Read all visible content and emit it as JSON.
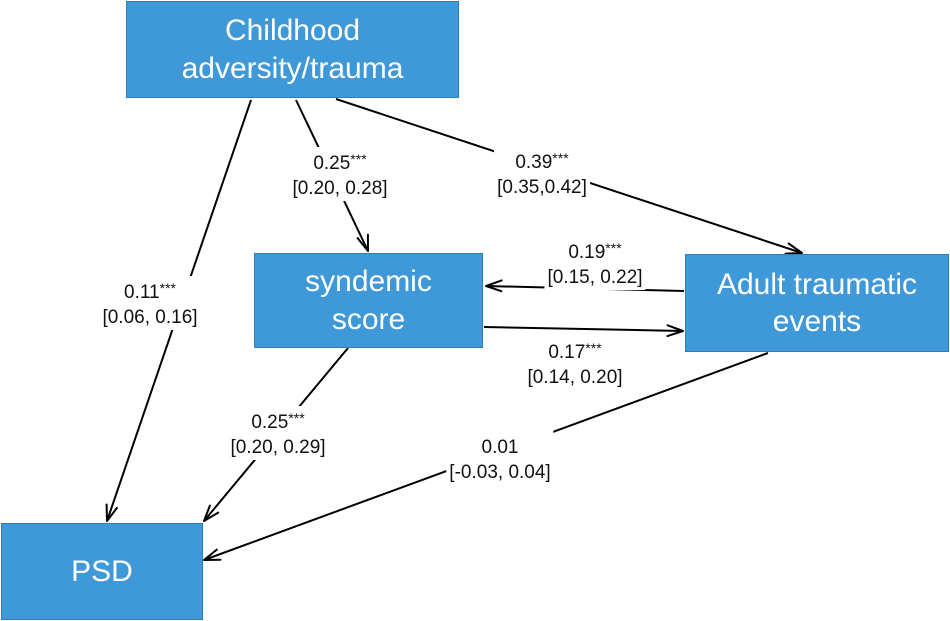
{
  "nodes": {
    "childhood": {
      "line1": "Childhood",
      "line2": "adversity/trauma"
    },
    "syndemic": {
      "line1": "syndemic",
      "line2": "score"
    },
    "adult": {
      "line1": "Adult traumatic",
      "line2": "events"
    },
    "psd": {
      "line1": "PSD"
    }
  },
  "edges": {
    "childhood_to_syndemic": {
      "coef": "0.25",
      "sig": "***",
      "ci": "[0.20, 0.28]"
    },
    "childhood_to_adult": {
      "coef": "0.39",
      "sig": "***",
      "ci": "[0.35,0.42]"
    },
    "childhood_to_psd": {
      "coef": "0.11",
      "sig": "***",
      "ci": "[0.06, 0.16]"
    },
    "adult_to_syndemic": {
      "coef": "0.19",
      "sig": "***",
      "ci": "[0.15, 0.22]"
    },
    "syndemic_to_adult": {
      "coef": "0.17",
      "sig": "***",
      "ci": "[0.14, 0.20]"
    },
    "syndemic_to_psd": {
      "coef": "0.25",
      "sig": "***",
      "ci": "[0.20, 0.29]"
    },
    "adult_to_psd": {
      "coef": "0.01",
      "sig": "",
      "ci": "[-0.03, 0.04]"
    }
  },
  "colors": {
    "node_fill": "#3f98d8",
    "node_text": "#ffffff",
    "arrow": "#000000"
  }
}
